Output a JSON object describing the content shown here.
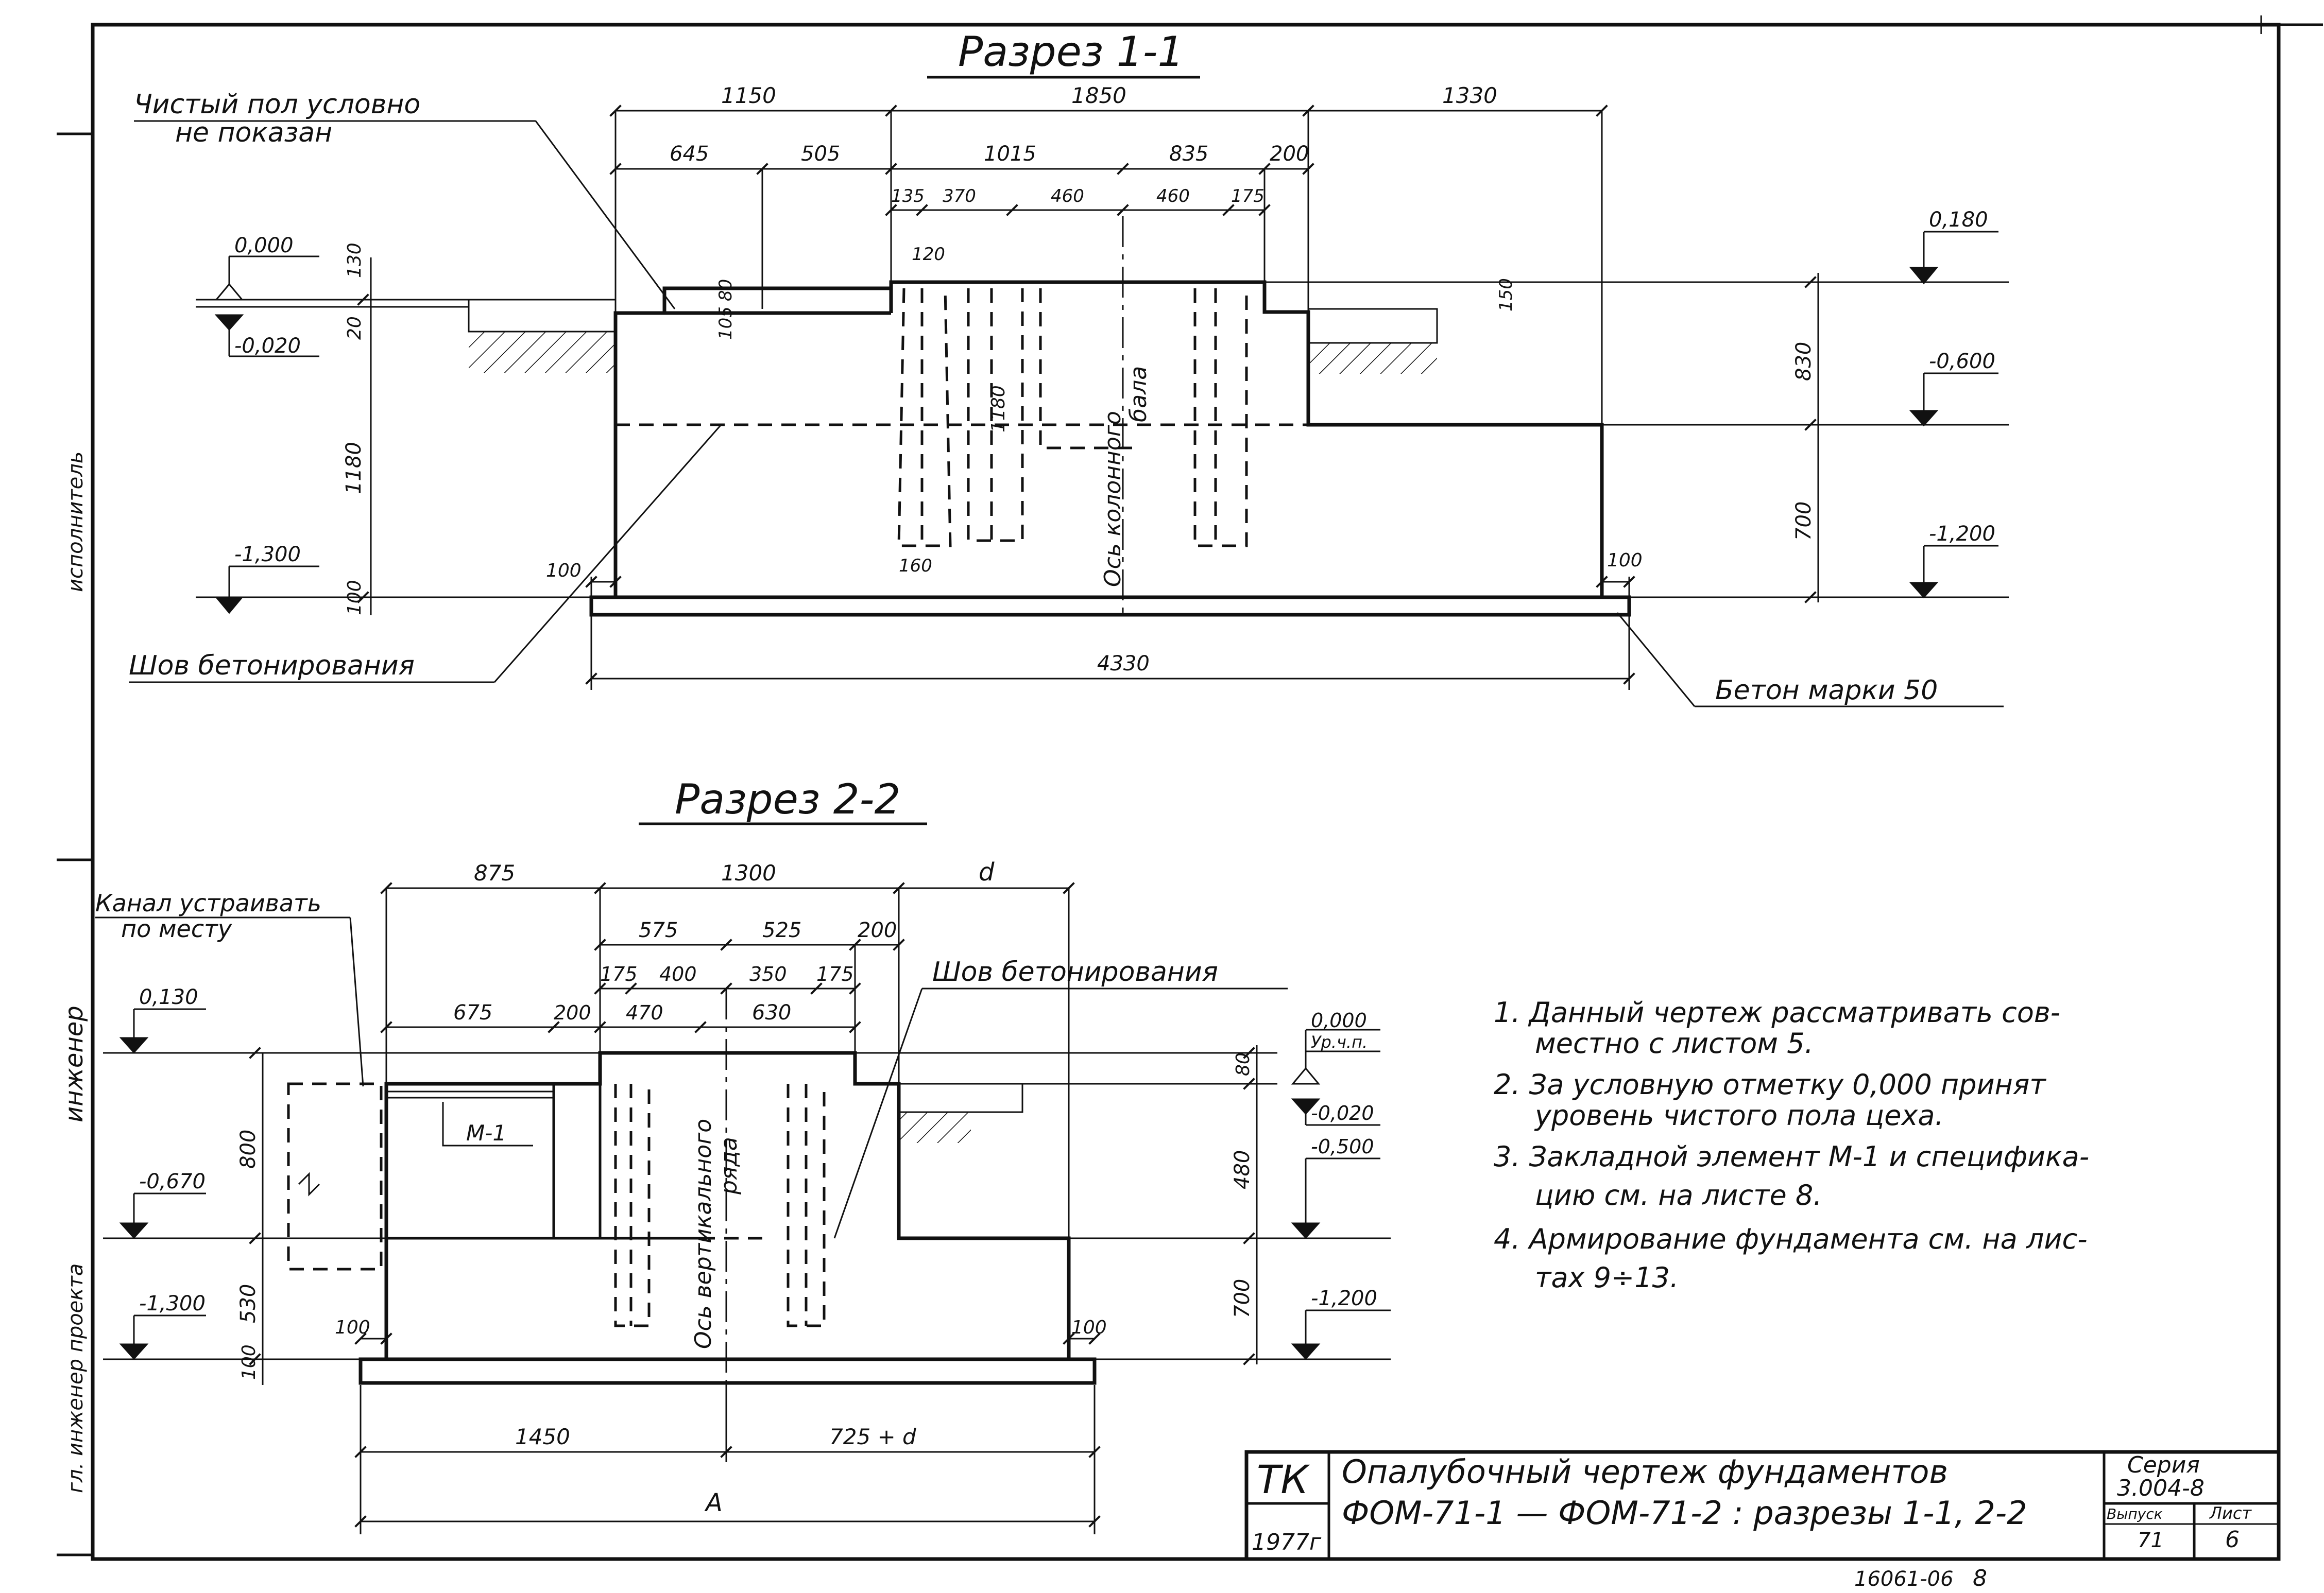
{
  "section11": {
    "title": "Разрез 1-1",
    "note_floor": [
      "Чистый пол условно",
      "не показан"
    ],
    "note_joint": "Шов бетонирования",
    "note_concrete": "Бетон марки 50",
    "axis_label": [
      "Ось колонного",
      "бала"
    ],
    "dims_top1": [
      "1150",
      "1850",
      "1330"
    ],
    "dims_top2": [
      "645",
      "505",
      "1015",
      "835",
      "200"
    ],
    "dims_top3": [
      "135",
      "370",
      "460",
      "460",
      "175"
    ],
    "dim_hole_top": "120",
    "dim_hole_bot": "160",
    "dim_hole_depth": "1180",
    "dim_step": "105",
    "dim_step2": "80",
    "dim_right_step": "150",
    "dims_left": [
      "130",
      "20",
      "1180",
      "100"
    ],
    "dims_right": [
      "830",
      "700"
    ],
    "dim_off_left": "100",
    "dim_off_right": "100",
    "dim_total": "4330",
    "levels_left": [
      "0,000",
      "-0,020",
      "-1,300"
    ],
    "levels_right": [
      "0,180",
      "-0,600",
      "-1,200"
    ]
  },
  "section22": {
    "title": "Разрез 2-2",
    "note_channel": [
      "Канал устраивать",
      "по месту"
    ],
    "note_joint": "Шов бетонирования",
    "axis_label": [
      "Ось вертикального",
      "ряда"
    ],
    "embed_label": "М-1",
    "dims_top1": [
      "875",
      "1300",
      "d"
    ],
    "dims_top2": [
      "575",
      "525",
      "200"
    ],
    "dims_top3": [
      "175",
      "400",
      "350",
      "175"
    ],
    "dims_top4": [
      "675",
      "200",
      "470",
      "630"
    ],
    "dims_left": [
      "800",
      "530",
      "100"
    ],
    "dims_right": [
      "80",
      "480",
      "700"
    ],
    "dim_off_left": "100",
    "dim_off_right": "100",
    "dims_bottom": [
      "1450",
      "725 + d"
    ],
    "dim_total": "A",
    "levels_left": [
      "0,130",
      "-0,670",
      "-1,300"
    ],
    "levels_right": [
      "0,000",
      "Ур.ч.п.",
      "-0,020",
      "-0,500",
      "-1,200"
    ]
  },
  "notes": [
    "1. Данный чертеж рассматривать сов-",
    "местно с листом 5.",
    "2. За условную отметку 0,000 принят",
    "уровень чистого пола цеха.",
    "3. Закладной элемент М-1 и специфика-",
    "цию см. на листе 8.",
    "4. Армирование фундамента см. на лис-",
    "тах 9÷13."
  ],
  "stamp": {
    "org": "ТК",
    "year": "1977г",
    "title1": "Опалубочный чертеж фундаментов",
    "title2": "ФОМ-71-1 — ФОМ-71-2 : разрезы 1-1, 2-2",
    "series_label": "Серия",
    "series_value": "3.004-8",
    "issue_label": "Выпуск",
    "issue_value": "71",
    "sheet_label": "Лист",
    "sheet_value": "6"
  },
  "sheet_number": "16061-06",
  "sheet_number_suffix": "8",
  "margin_labels": [
    "инженер",
    "гл. инженер проекта",
    "исполнитель"
  ]
}
